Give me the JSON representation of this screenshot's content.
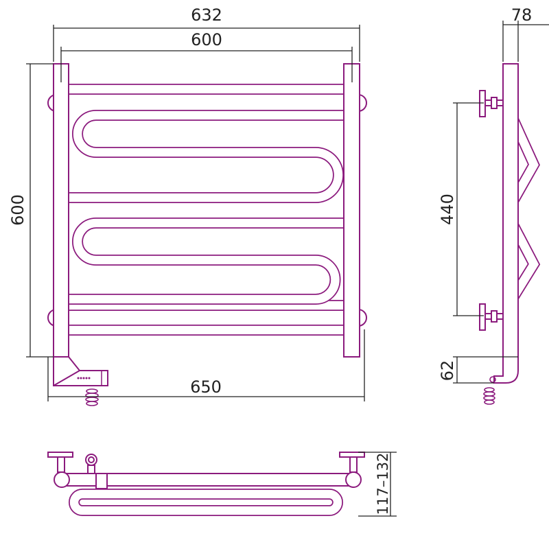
{
  "dimensions": {
    "overall_width": "632",
    "center_distance": "600",
    "height": "600",
    "total_width_with_heater": "650",
    "depth": "78",
    "mount_distance": "440",
    "heater_offset": "62",
    "wall_distance": "117–132"
  },
  "colors": {
    "drawing": "#8b1a7d",
    "dimension_lines": "#222222"
  }
}
